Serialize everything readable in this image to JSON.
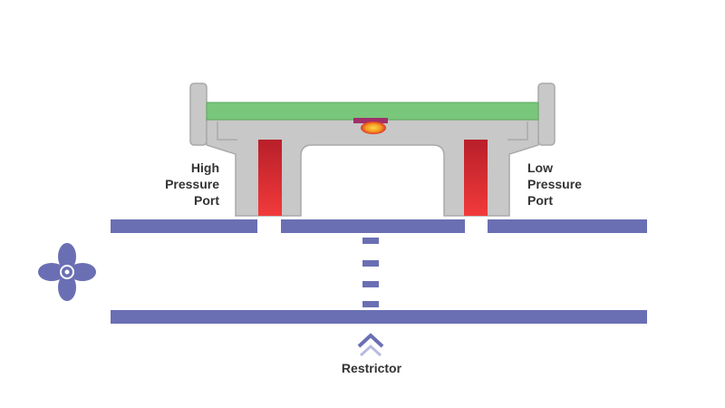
{
  "labels": {
    "high_port": [
      "High",
      "Pressure",
      "Port"
    ],
    "low_port": [
      "Low",
      "Pressure",
      "Port"
    ],
    "restrictor": "Restrictor"
  },
  "icons": {
    "fan": "fan-icon",
    "restrictor_arrow": "chevron-up-icon"
  },
  "colors": {
    "duct": "#6a6fb4",
    "sensor_body": "#c8c8c8",
    "sensor_outline": "#a9a9a9",
    "membrane": "#79c77a",
    "port_channel": "#e52b2b",
    "hotspot": "#f2a020"
  }
}
